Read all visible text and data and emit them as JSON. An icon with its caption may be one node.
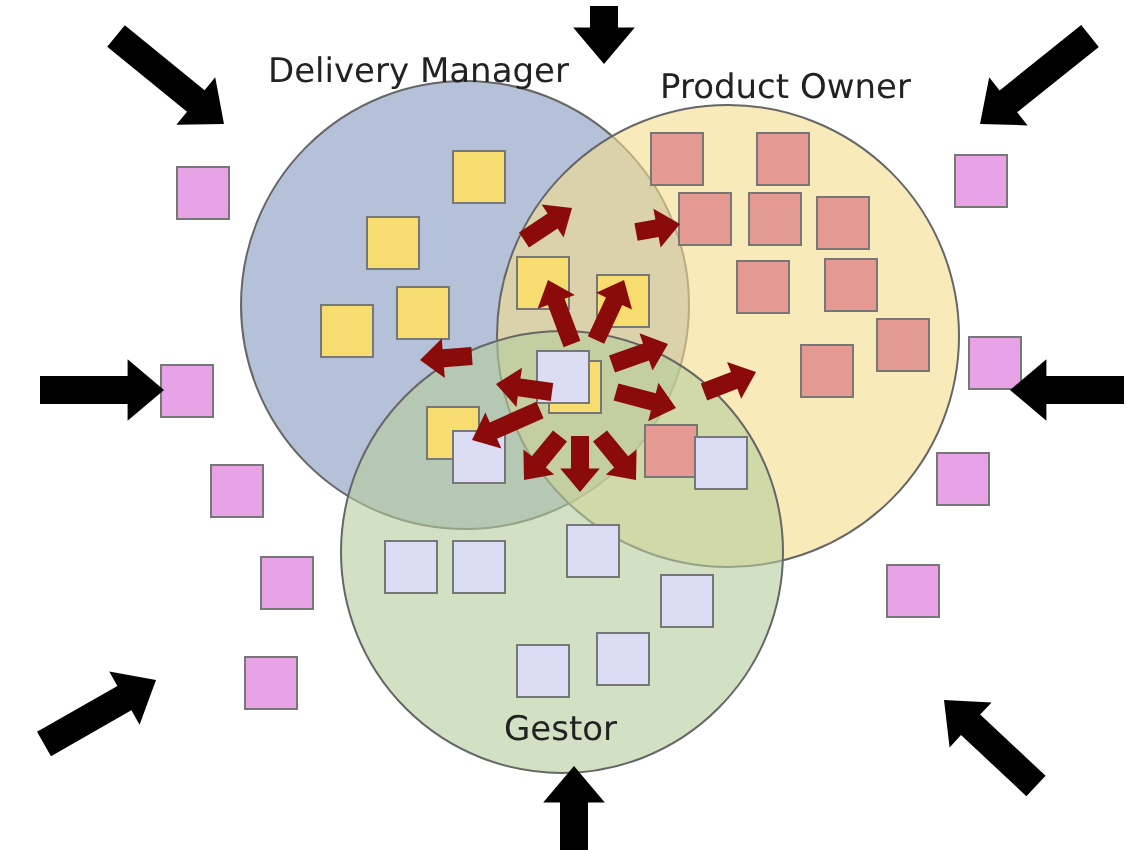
{
  "diagram": {
    "nodes": [
      {
        "text": [
          "Delivery Manager"
        ]
      },
      {
        "text": [
          "Product Owner"
        ]
      },
      {
        "text": [
          "Gestor"
        ]
      }
    ],
    "edges": []
  }
}
